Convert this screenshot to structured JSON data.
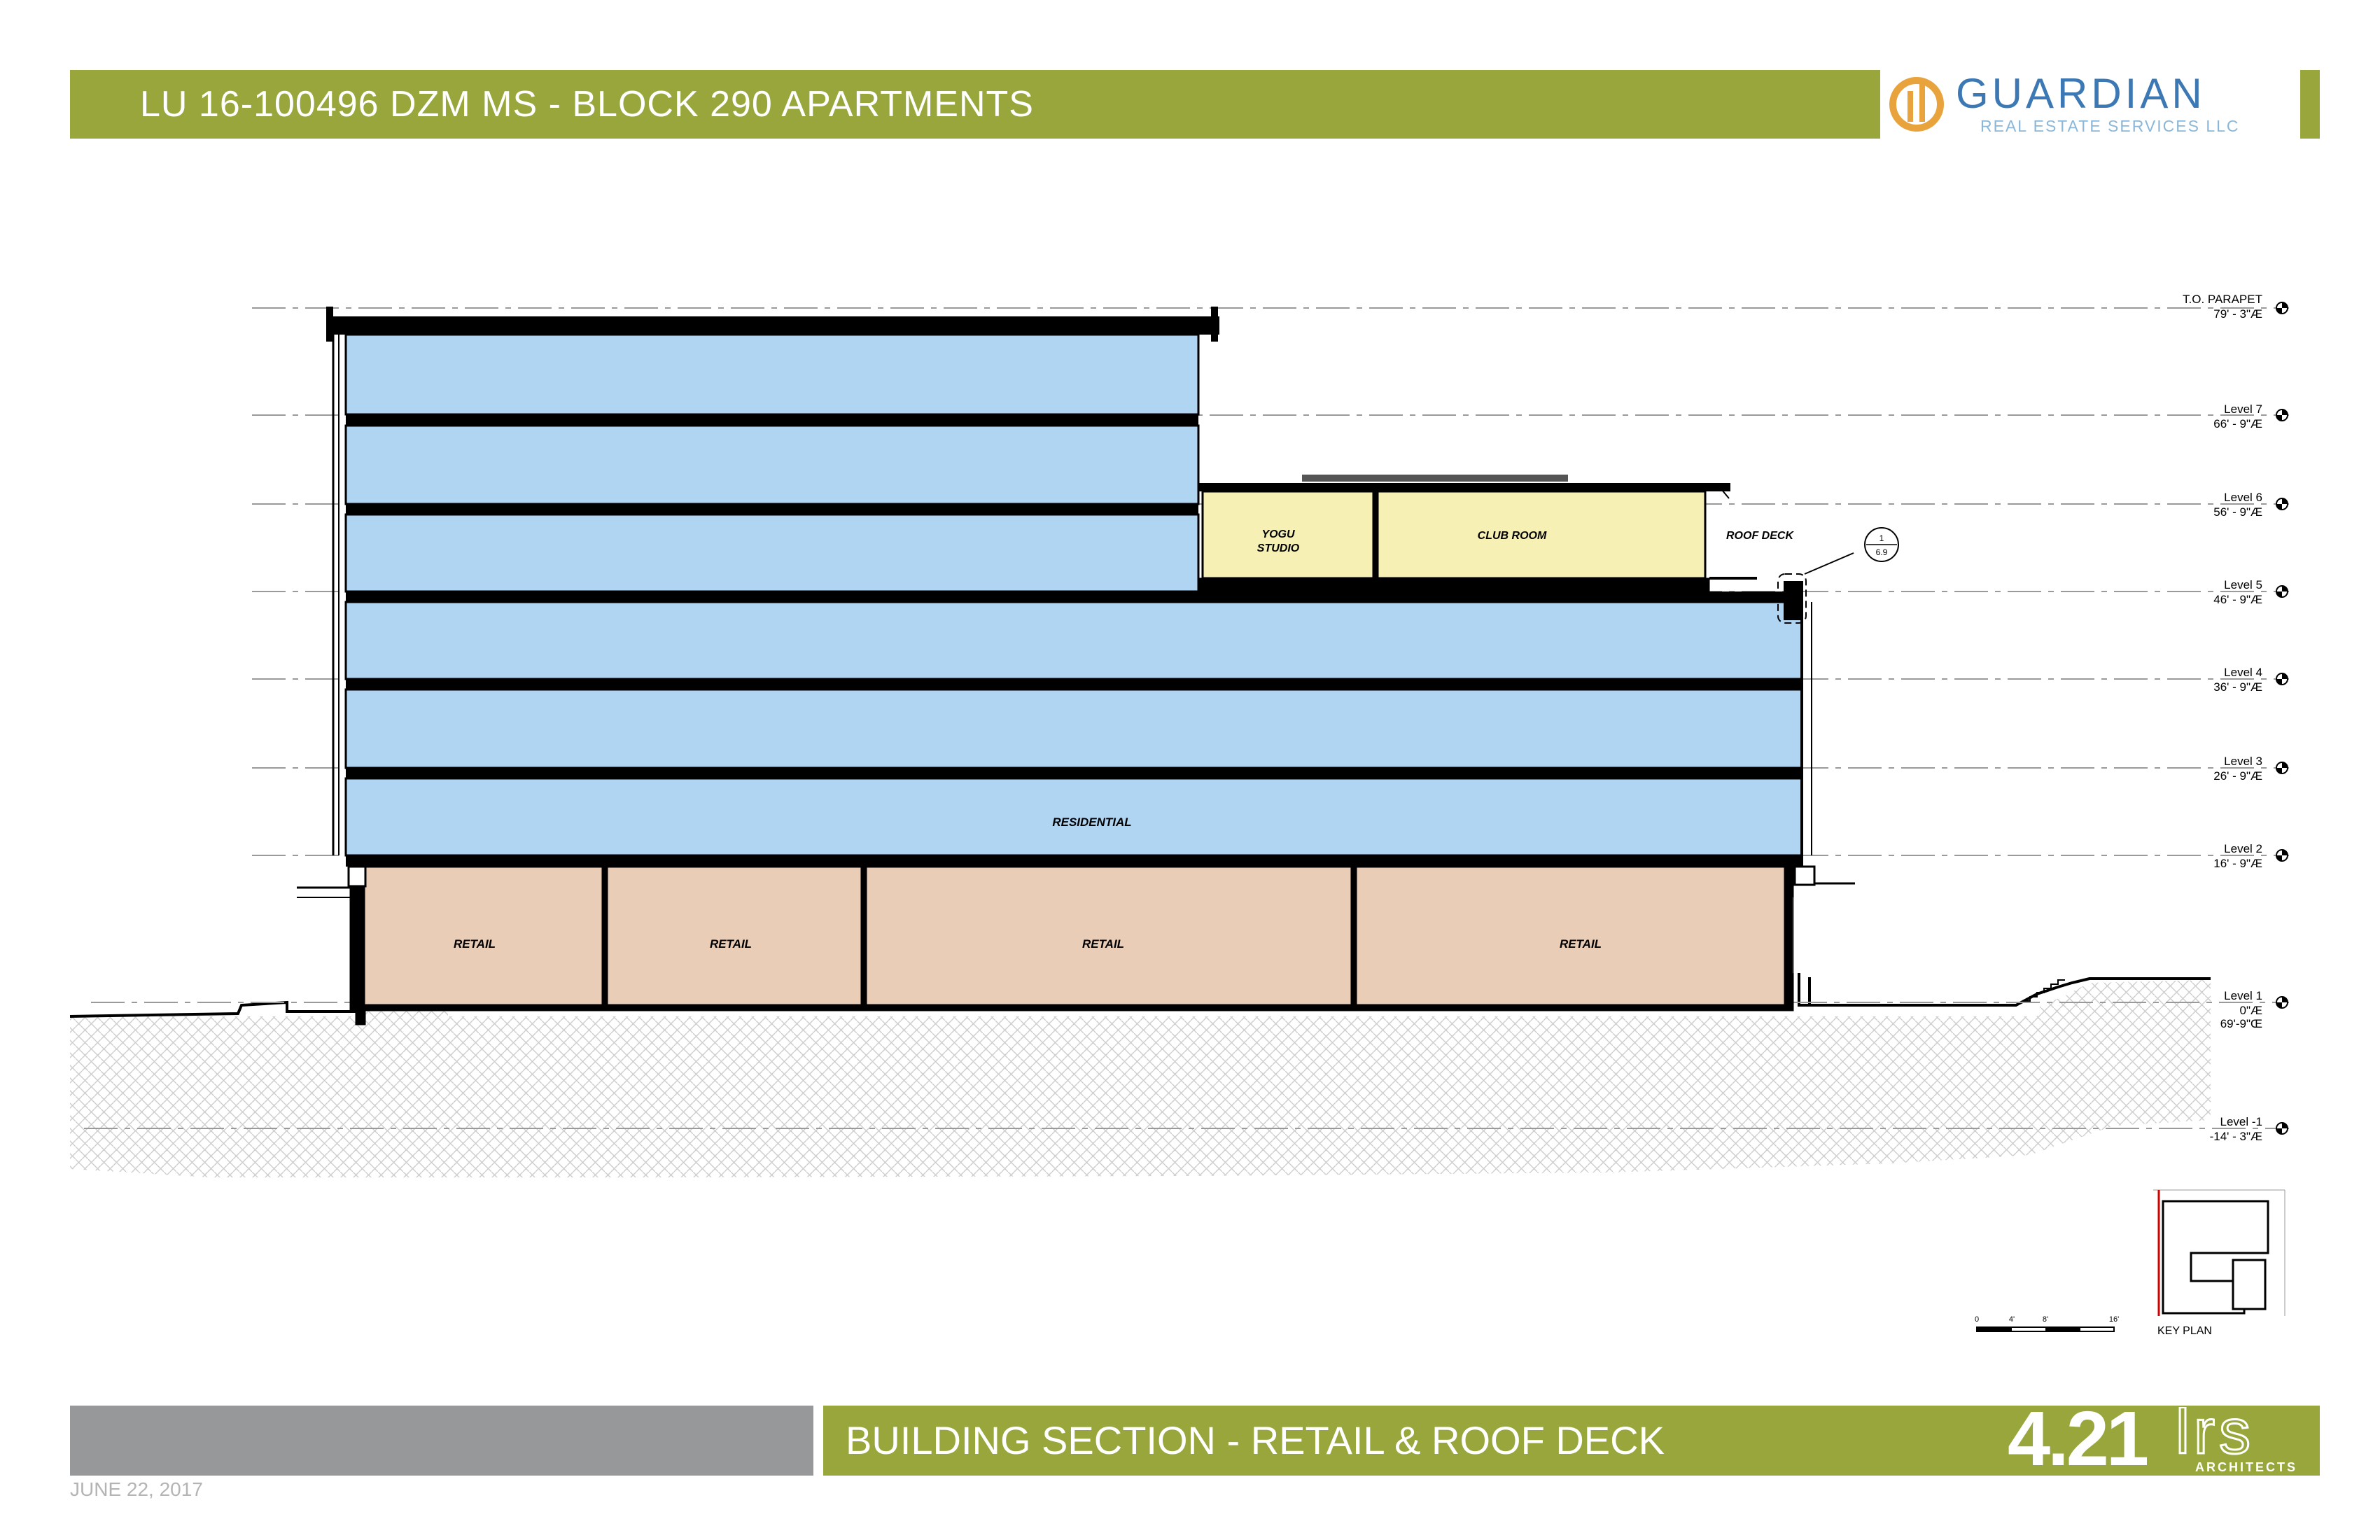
{
  "header": {
    "title": "LU 16-100496 DZM MS  - BLOCK 290 APARTMENTS",
    "logo_name": "GUARDIAN",
    "logo_sub": "REAL ESTATE SERVICES LLC"
  },
  "footer": {
    "sheet_title": "BUILDING SECTION - RETAIL & ROOF DECK",
    "sheet_number": "4.21",
    "firm_mark": "lrs",
    "firm_sub": "ARCHITECTS",
    "date": "JUNE 22, 2017"
  },
  "levels": [
    {
      "name": "T.O. PARAPET",
      "elevation": "79' - 3\"Æ"
    },
    {
      "name": "Level 7",
      "elevation": "66' - 9\"Æ"
    },
    {
      "name": "Level 6",
      "elevation": "56' - 9\"Æ"
    },
    {
      "name": "Level 5",
      "elevation": "46' - 9\"Æ"
    },
    {
      "name": "Level 4",
      "elevation": "36' - 9\"Æ"
    },
    {
      "name": "Level 3",
      "elevation": "26' - 9\"Æ"
    },
    {
      "name": "Level 2",
      "elevation": "16' - 9\"Æ"
    },
    {
      "name": "Level 1",
      "elevation": "0\"Æ",
      "elevation_2": "69'-9\"Œ"
    },
    {
      "name": "Level -1",
      "elevation": "-14' - 3\"Æ"
    }
  ],
  "spaces": {
    "residential": "RESIDENTIAL",
    "retail": [
      "RETAIL",
      "RETAIL",
      "RETAIL",
      "RETAIL"
    ],
    "yoga_line1": "YOGU",
    "yoga_line2": "STUDIO",
    "club_room": "CLUB ROOM",
    "roof_deck": "ROOF DECK"
  },
  "detail_callout": {
    "number": "1",
    "sheet": "6.9"
  },
  "scale_bar": {
    "ticks": [
      "0",
      "4'",
      "8'",
      "16'"
    ]
  },
  "key_plan": {
    "label": "KEY PLAN"
  },
  "colors": {
    "header_green": "#98a63c",
    "footer_gray": "#97989a",
    "residential_blue": "#b0d5f3",
    "retail_tan": "#eacdb7",
    "amenity_yellow": "#f6f0b4",
    "logo_gold": "#e8a33d",
    "logo_blue": "#3b78b4"
  }
}
